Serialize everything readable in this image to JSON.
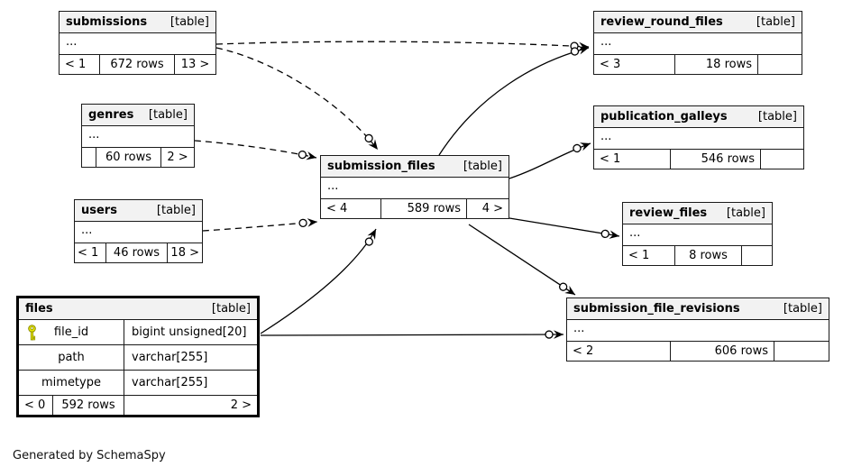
{
  "footer_note": "Generated by SchemaSpy",
  "colors": {
    "header_bg": "#f2f2f2",
    "line": "#000000",
    "key_icon": "#e6e600"
  },
  "tables": [
    {
      "name": "submissions",
      "tag": "[table]",
      "ellipsis": "...",
      "footer": [
        "< 1",
        "672 rows",
        "13 >"
      ]
    },
    {
      "name": "review_round_files",
      "tag": "[table]",
      "ellipsis": "...",
      "footer": [
        "< 3",
        "18 rows",
        ""
      ]
    },
    {
      "name": "genres",
      "tag": "[table]",
      "ellipsis": "...",
      "footer": [
        "",
        "60 rows",
        "2 >"
      ]
    },
    {
      "name": "publication_galleys",
      "tag": "[table]",
      "ellipsis": "...",
      "footer": [
        "< 1",
        "546 rows",
        ""
      ]
    },
    {
      "name": "users",
      "tag": "[table]",
      "ellipsis": "...",
      "footer": [
        "< 1",
        "46 rows",
        "18 >"
      ]
    },
    {
      "name": "submission_files",
      "tag": "[table]",
      "ellipsis": "...",
      "footer": [
        "< 4",
        "589 rows",
        "4 >"
      ]
    },
    {
      "name": "review_files",
      "tag": "[table]",
      "ellipsis": "...",
      "footer": [
        "< 1",
        "8 rows",
        ""
      ]
    },
    {
      "name": "files",
      "tag": "[table]",
      "columns": [
        {
          "name": "file_id",
          "type": "bigint unsigned[20]",
          "key": true
        },
        {
          "name": "path",
          "type": "varchar[255]",
          "key": false
        },
        {
          "name": "mimetype",
          "type": "varchar[255]",
          "key": false
        }
      ],
      "footer": [
        "< 0",
        "592 rows",
        "2 >"
      ]
    },
    {
      "name": "submission_file_revisions",
      "tag": "[table]",
      "ellipsis": "...",
      "footer": [
        "< 2",
        "606 rows",
        ""
      ]
    }
  ],
  "relationships": [
    {
      "from": "submissions",
      "to": "review_round_files",
      "style": "dashed"
    },
    {
      "from": "submissions",
      "to": "submission_files",
      "style": "dashed"
    },
    {
      "from": "genres",
      "to": "submission_files",
      "style": "dashed"
    },
    {
      "from": "users",
      "to": "submission_files",
      "style": "dashed"
    },
    {
      "from": "submission_files",
      "to": "review_round_files",
      "style": "solid"
    },
    {
      "from": "submission_files",
      "to": "publication_galleys",
      "style": "solid"
    },
    {
      "from": "submission_files",
      "to": "review_files",
      "style": "solid"
    },
    {
      "from": "submission_files",
      "to": "submission_file_revisions",
      "style": "solid"
    },
    {
      "from": "files",
      "to": "submission_files",
      "style": "solid"
    },
    {
      "from": "files",
      "to": "submission_file_revisions",
      "style": "solid"
    }
  ]
}
